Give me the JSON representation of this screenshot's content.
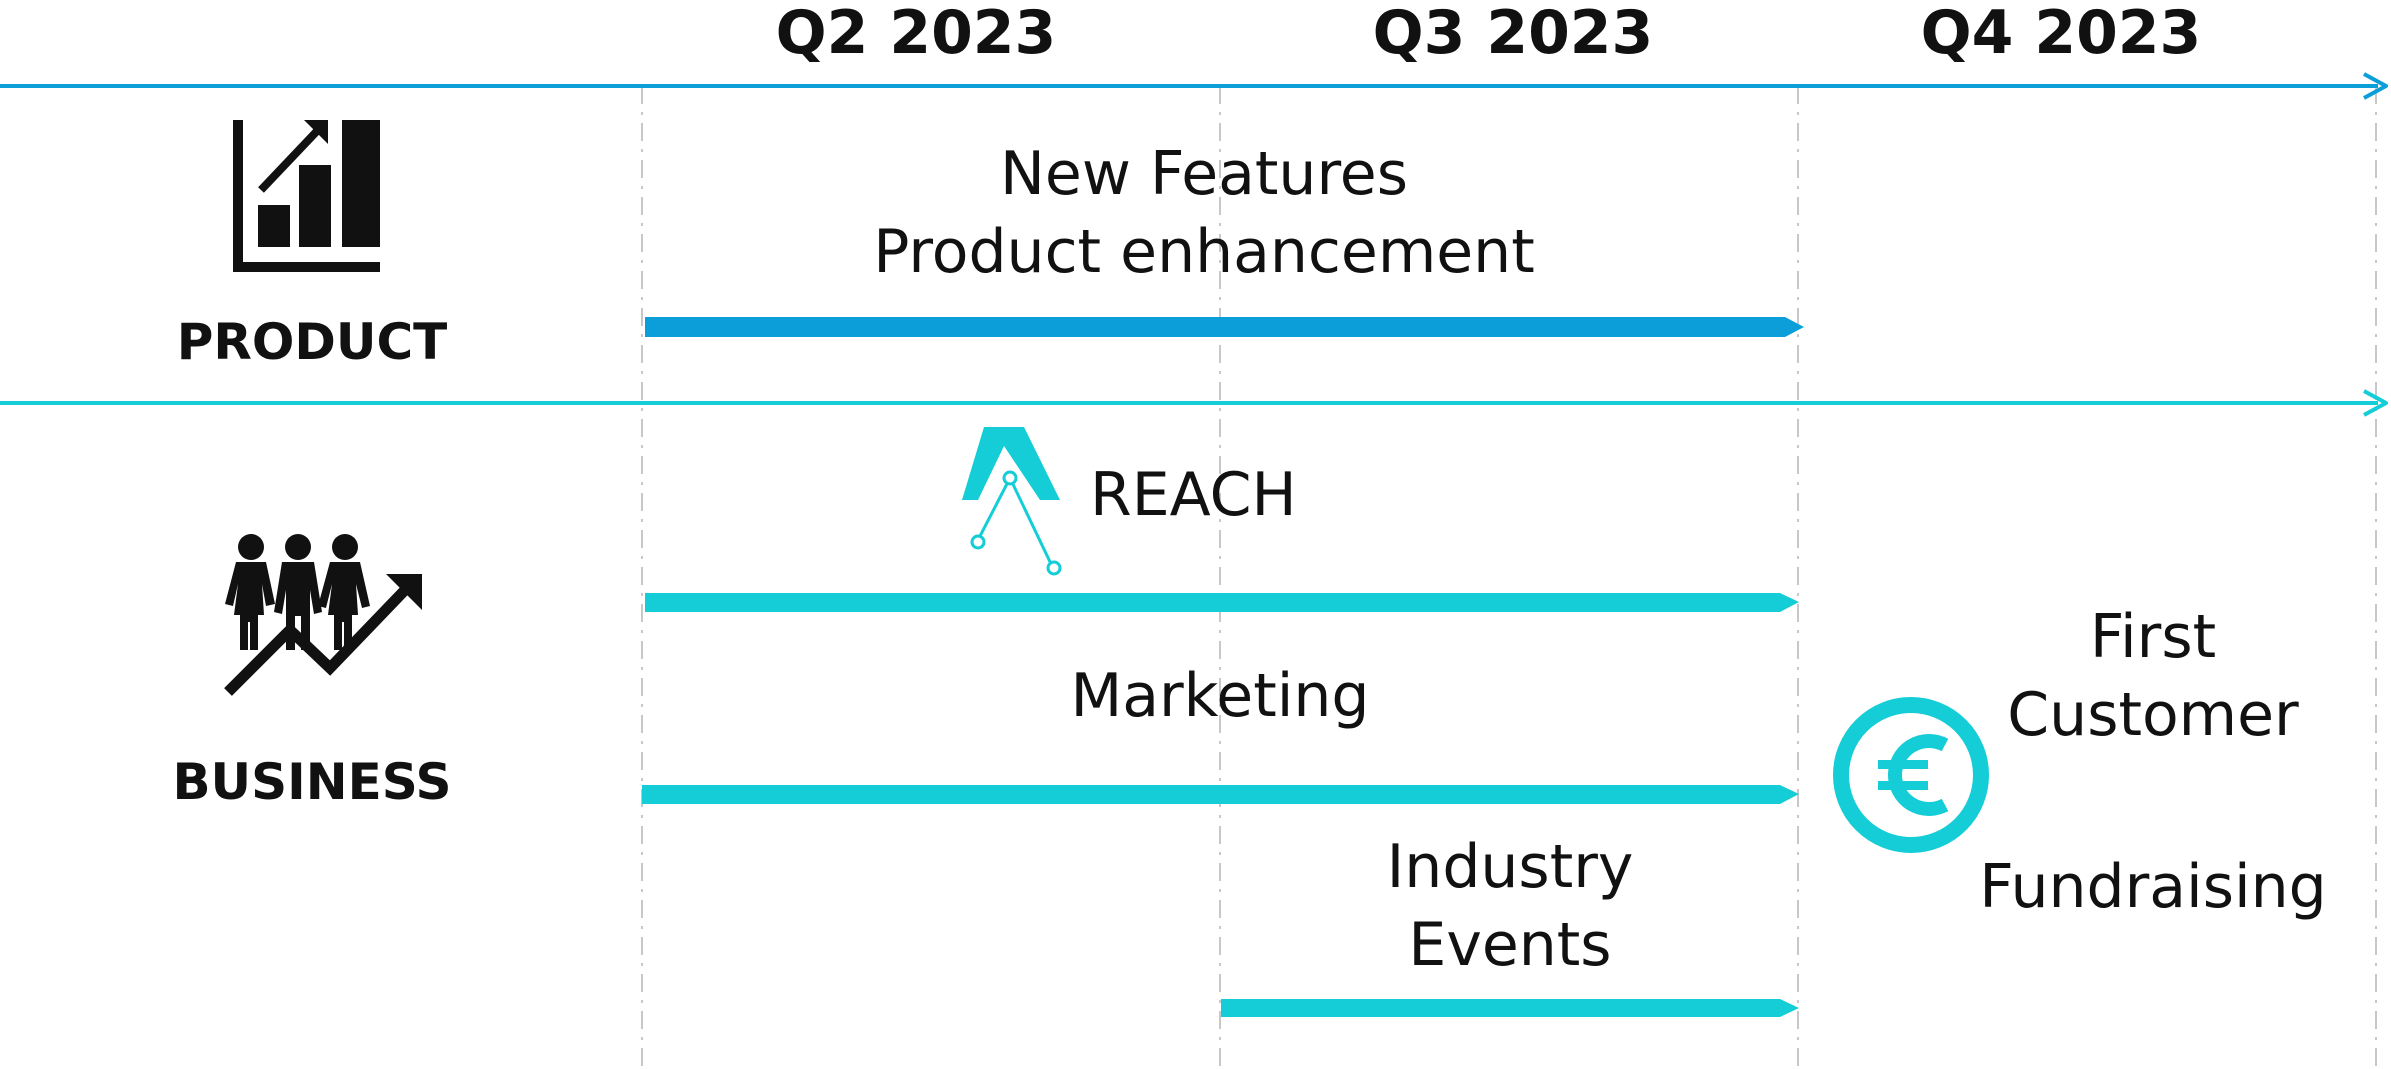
{
  "header": {
    "quarters": [
      {
        "label": "Q2 2023"
      },
      {
        "label": "Q3 2023"
      },
      {
        "label": "Q4 2023"
      }
    ]
  },
  "rows": {
    "product": {
      "label": "PRODUCT",
      "icon": "bar-chart-growth-icon",
      "items": [
        {
          "lines": [
            "New Features",
            "Product enhancement"
          ],
          "start": "Q2 2023",
          "end": "Q3 2023",
          "color": "#0b9ed9"
        }
      ]
    },
    "business": {
      "label": "BUSINESS",
      "icon": "team-growth-icon",
      "items": [
        {
          "text": "REACH",
          "icon": "reach-logo-icon",
          "start": "Q2 2023",
          "end": "Q3 2023",
          "color": "#14cdd6"
        },
        {
          "text": "Marketing",
          "start": "Q2 2023",
          "end": "Q3 2023",
          "color": "#14cdd6"
        },
        {
          "lines": [
            "Industry",
            "Events"
          ],
          "start": "Q3 2023",
          "end": "Q3 2023",
          "color": "#14cdd6"
        }
      ],
      "milestones": {
        "icon": "euro-coin-icon",
        "lines": [
          "First",
          "Customer"
        ],
        "secondary": "Fundraising"
      }
    }
  },
  "colors": {
    "product_accent": "#0b9ed9",
    "business_accent": "#14cdd6",
    "grid": "#c8c8c8",
    "text": "#111111"
  }
}
